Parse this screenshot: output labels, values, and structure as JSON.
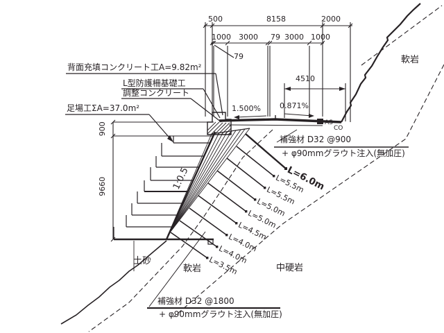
{
  "drawing": {
    "colors": {
      "ink": "#272225",
      "background": "#ffffff"
    },
    "dim_top": {
      "d500": "500",
      "d8158": "8158",
      "d2000": "2000"
    },
    "dim_mid": {
      "d1000l": "1000",
      "d3000l": "3000",
      "d79b": "79",
      "d3000r": "3000",
      "d1000r": "1000",
      "d79_sub": "79"
    },
    "dim_4510": "4510",
    "dim_900": "900",
    "dim_9660": "9660",
    "grade_left": "1.500%",
    "grade_right": "0.871%",
    "slope_ratio": "1:0.5",
    "pavement": {
      "as": "AS",
      "co": "CO"
    },
    "callouts": {
      "backfill_concrete": "背面充填コンクリート工A=9.82m²",
      "l_fence_foundation": "L型防護柵基礎工",
      "leveling_concrete": "調整コンクリート",
      "scaffolding": "足場工ΣA=37.0m²"
    },
    "geology": {
      "soft_rock_top": "軟岩",
      "soil": "土砂",
      "soft_rock_bottom": "軟岩",
      "medium_hard_rock": "中硬岩"
    },
    "nail_upper": {
      "line1": "補強材 D32 @900",
      "line2": "+ φ90mmグラウト注入(無加圧)"
    },
    "nail_lower": {
      "line1": "補強材 D32 @1800",
      "line2": "+ φ90mmグラウト注入(無加圧)"
    },
    "anchors": [
      {
        "label": "L=6.0m"
      },
      {
        "label": "L=5.5m"
      },
      {
        "label": "L=5.5m"
      },
      {
        "label": "L=5.0m"
      },
      {
        "label": "L=5.0m"
      },
      {
        "label": "L=4.5m"
      },
      {
        "label": "L=4.0m"
      },
      {
        "label": "L=4.0m"
      },
      {
        "label": "L=3.5m"
      }
    ]
  }
}
